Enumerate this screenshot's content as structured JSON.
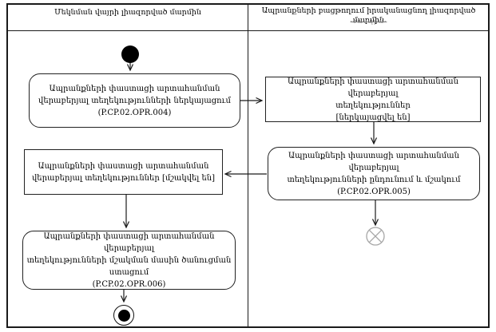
{
  "diagram": {
    "lanes": [
      {
        "title": "Մեկնման վայրի լիազորված մարմին"
      },
      {
        "title": "Ապրանքների բացթողում իրականացնող լիազորված մարմին",
        "faded_note": "·ծասպրա·"
      }
    ],
    "nodes": {
      "activity_submit": {
        "lines": [
          "Ապրանքների փաստացի արտահանման",
          "վերաբերյալ տեղեկությունների ներկայացում",
          "(P.CP.02.OPR.004)"
        ]
      },
      "object_submitted": {
        "lines": [
          "Ապրանքների փաստացի արտահանման վերաբերյալ",
          "տեղեկություններ",
          "[ներկայացվել են]"
        ]
      },
      "activity_process": {
        "lines": [
          "Ապրանքների փաստացի արտահանման վերաբերյալ",
          "տեղեկությունների ընդունում և մշակում",
          "(P.CP.02.OPR.005)"
        ]
      },
      "object_processed": {
        "lines": [
          "Ապրանքների փաստացի արտահանման",
          "վերաբերյալ տեղեկություններ [մշակվել են]"
        ]
      },
      "activity_notify": {
        "lines": [
          "Ապրանքների փաստացի արտահանման վերաբերյալ",
          "տեղեկությունների մշակման մասին ծանուցման",
          "ստացում",
          "(P.CP.02.OPR.006)"
        ]
      }
    },
    "symbols": {
      "start": "initial-node",
      "end": "activity-final-node",
      "flow_final": "flow-final-node"
    },
    "colors": {
      "line": "#1a1a1a",
      "flow_final": "#a6a6a6",
      "background": "#ffffff"
    }
  }
}
